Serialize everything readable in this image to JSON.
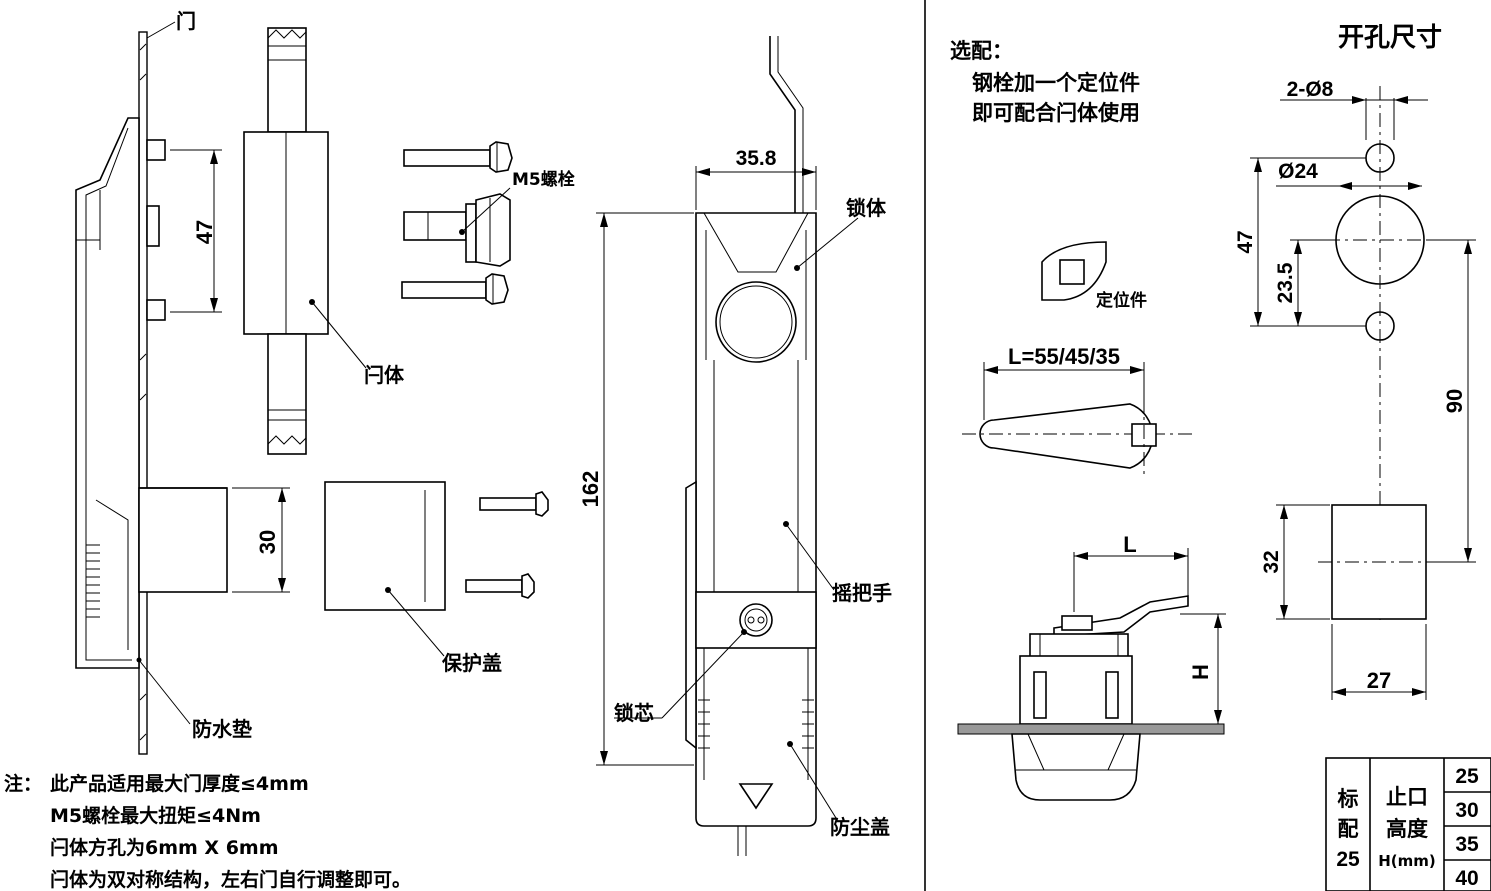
{
  "labels": {
    "door": "门",
    "m5_bolt": "M5螺栓",
    "door_body_1": "闩体",
    "lock_body": "锁体",
    "handle": "摇把手",
    "protective_cover": "保护盖",
    "waterproof_pad": "防水垫",
    "lock_core": "锁芯",
    "dust_cover": "防尘盖",
    "positioning_part": "定位件"
  },
  "dimensions": {
    "d47_left": "47",
    "d30": "30",
    "d35_8": "35.8",
    "d162": "162",
    "hole_2_d8": "2-Ø8",
    "hole_d24": "Ø24",
    "d47_right": "47",
    "d23_5": "23.5",
    "d90": "90",
    "d32": "32",
    "d27": "27",
    "lever_length": "L=55/45/35",
    "L": "L",
    "H": "H"
  },
  "options": {
    "title": "选配：",
    "line1": "钢栓加一个定位件",
    "line2": "即可配合闩体使用"
  },
  "cutout_title": "开孔尺寸",
  "notes": {
    "prefix": "注：",
    "line1": "此产品适用最大门厚度≤4mm",
    "line2": "M5螺栓最大扭矩≤4Nm",
    "line3": "闩体方孔为6mm X 6mm",
    "line4": "闩体为双对称结构，左右门自行调整即可。"
  },
  "spec_table": {
    "col1": [
      "标",
      "配",
      "25"
    ],
    "col2": [
      "止口",
      "高度",
      "H(mm)"
    ],
    "values": [
      "25",
      "30",
      "35",
      "40"
    ]
  }
}
